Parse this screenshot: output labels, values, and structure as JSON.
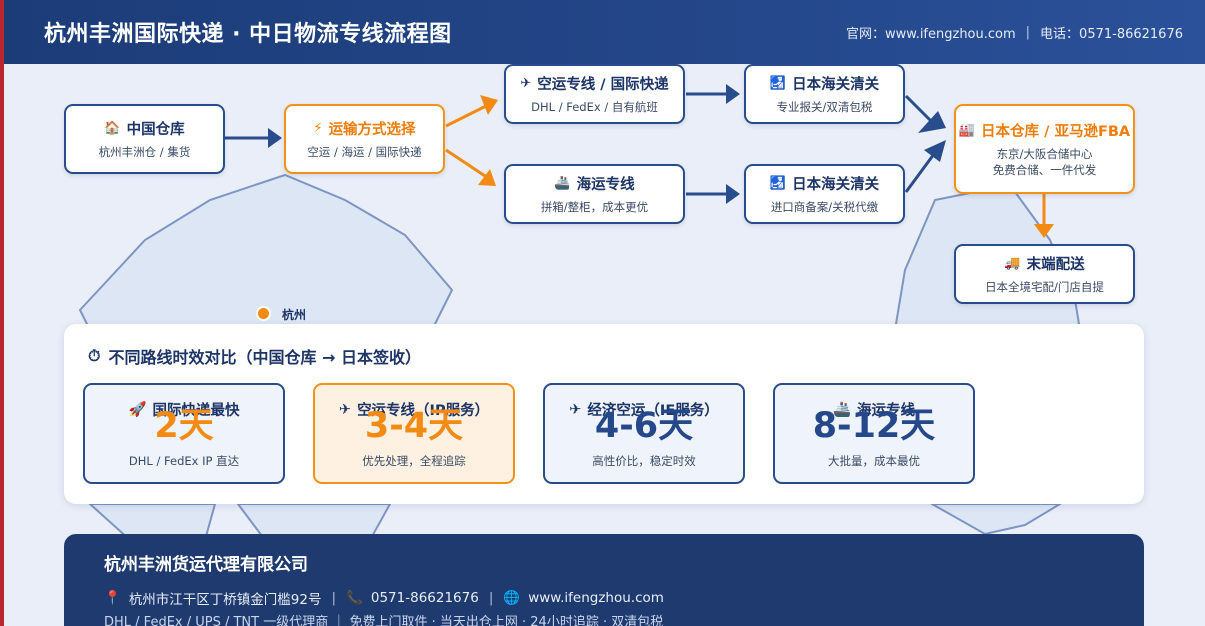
{
  "header": {
    "title": "杭州丰洲国际快递 · 中日物流专线流程图",
    "website": "官网：www.ifengzhou.com",
    "separator": "|",
    "phone": "电话：0571-86621676"
  },
  "flow": {
    "china_warehouse": {
      "icon": "house-icon",
      "glyph": "🏠",
      "title": "中国仓库",
      "sub": "杭州丰洲仓 / 集货"
    },
    "transport_choice": {
      "icon": "lightning-icon",
      "glyph": "⚡",
      "title": "运输方式选择",
      "sub": "空运 / 海运 / 国际快递"
    },
    "air_line": {
      "icon": "airplane-icon",
      "glyph": "✈",
      "title": "空运专线 / 国际快递",
      "sub": "DHL / FedEx / 自有航班"
    },
    "sea_line": {
      "icon": "ship-icon",
      "glyph": "🚢",
      "title": "海运专线",
      "sub": "拼箱/整柜，成本更优"
    },
    "customs_air": {
      "icon": "customs-icon",
      "glyph": "🛃",
      "title": "日本海关清关",
      "sub": "专业报关/双清包税"
    },
    "customs_sea": {
      "icon": "customs-icon",
      "glyph": "🛃",
      "title": "日本海关清关",
      "sub": "进口商备案/关税代缴"
    },
    "japan_warehouse": {
      "icon": "factory-icon",
      "glyph": "🏭",
      "title": "日本仓库 / 亚马逊FBA",
      "sub1": "东京/大阪合储中心",
      "sub2": "免费合储、一件代发"
    },
    "last_mile": {
      "icon": "truck-icon",
      "glyph": "🚚",
      "title": "末端配送",
      "sub": "日本全境宅配/门店自提"
    }
  },
  "map": {
    "city_label": "杭州",
    "colors": {
      "land": "#dde6f5",
      "border": "#7d95c2",
      "dot": "#f38a13"
    }
  },
  "comparison": {
    "icon": "stopwatch-icon",
    "glyph": "⏱",
    "title": "不同路线时效对比（中国仓库 → 日本签收）",
    "cards": [
      {
        "icon": "rocket-icon",
        "glyph": "🚀",
        "label": "国际快递最快",
        "value": "2天",
        "desc": "DHL / FedEx IP 直达",
        "highlight": false,
        "value_color": "orange"
      },
      {
        "icon": "airplane-icon",
        "glyph": "✈",
        "label": "空运专线（IP服务）",
        "value": "3-4天",
        "desc": "优先处理，全程追踪",
        "highlight": true,
        "value_color": "orange"
      },
      {
        "icon": "airplane-icon",
        "glyph": "✈",
        "label": "经济空运（IE服务）",
        "value": "4-6天",
        "desc": "高性价比，稳定时效",
        "highlight": false,
        "value_color": "blue"
      },
      {
        "icon": "ship-icon",
        "glyph": "🚢",
        "label": "海运专线",
        "value": "8-12天",
        "desc": "大批量，成本最优",
        "highlight": false,
        "value_color": "blue"
      }
    ]
  },
  "footer": {
    "company": "杭州丰洲货运代理有限公司",
    "address_glyph": "📍",
    "address": "杭州市江干区丁桥镇金门槛92号",
    "phone_glyph": "📞",
    "phone": "0571-86621676",
    "web_glyph": "🌐",
    "website": "www.ifengzhou.com",
    "sep": "|",
    "services": "DHL / FedEx / UPS / TNT 一级代理商 ｜ 免费上门取件 · 当天出仓上网 · 24小时追踪 · 双清包税"
  },
  "colors": {
    "primary": "#1e3a6e",
    "accent": "#f39219",
    "border": "#284c8c"
  }
}
